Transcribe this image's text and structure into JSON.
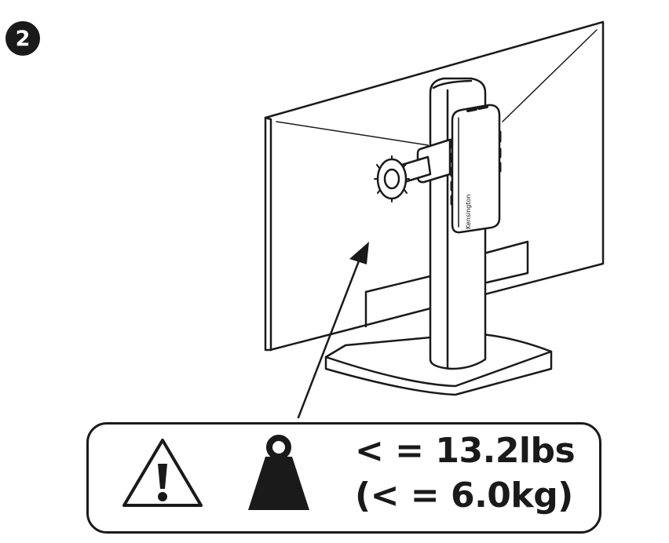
{
  "step": {
    "number": "2"
  },
  "product": {
    "brand_label": "Kensington"
  },
  "weight_limit": {
    "lbs_label": "< = 13.2lbs",
    "kg_label": "(< = 6.0kg)"
  },
  "icons": {
    "warning": "warning-triangle-icon",
    "weight": "weight-icon",
    "arrow": "pointer-arrow"
  },
  "colors": {
    "line": "#1a1a1a",
    "background": "#ffffff"
  }
}
